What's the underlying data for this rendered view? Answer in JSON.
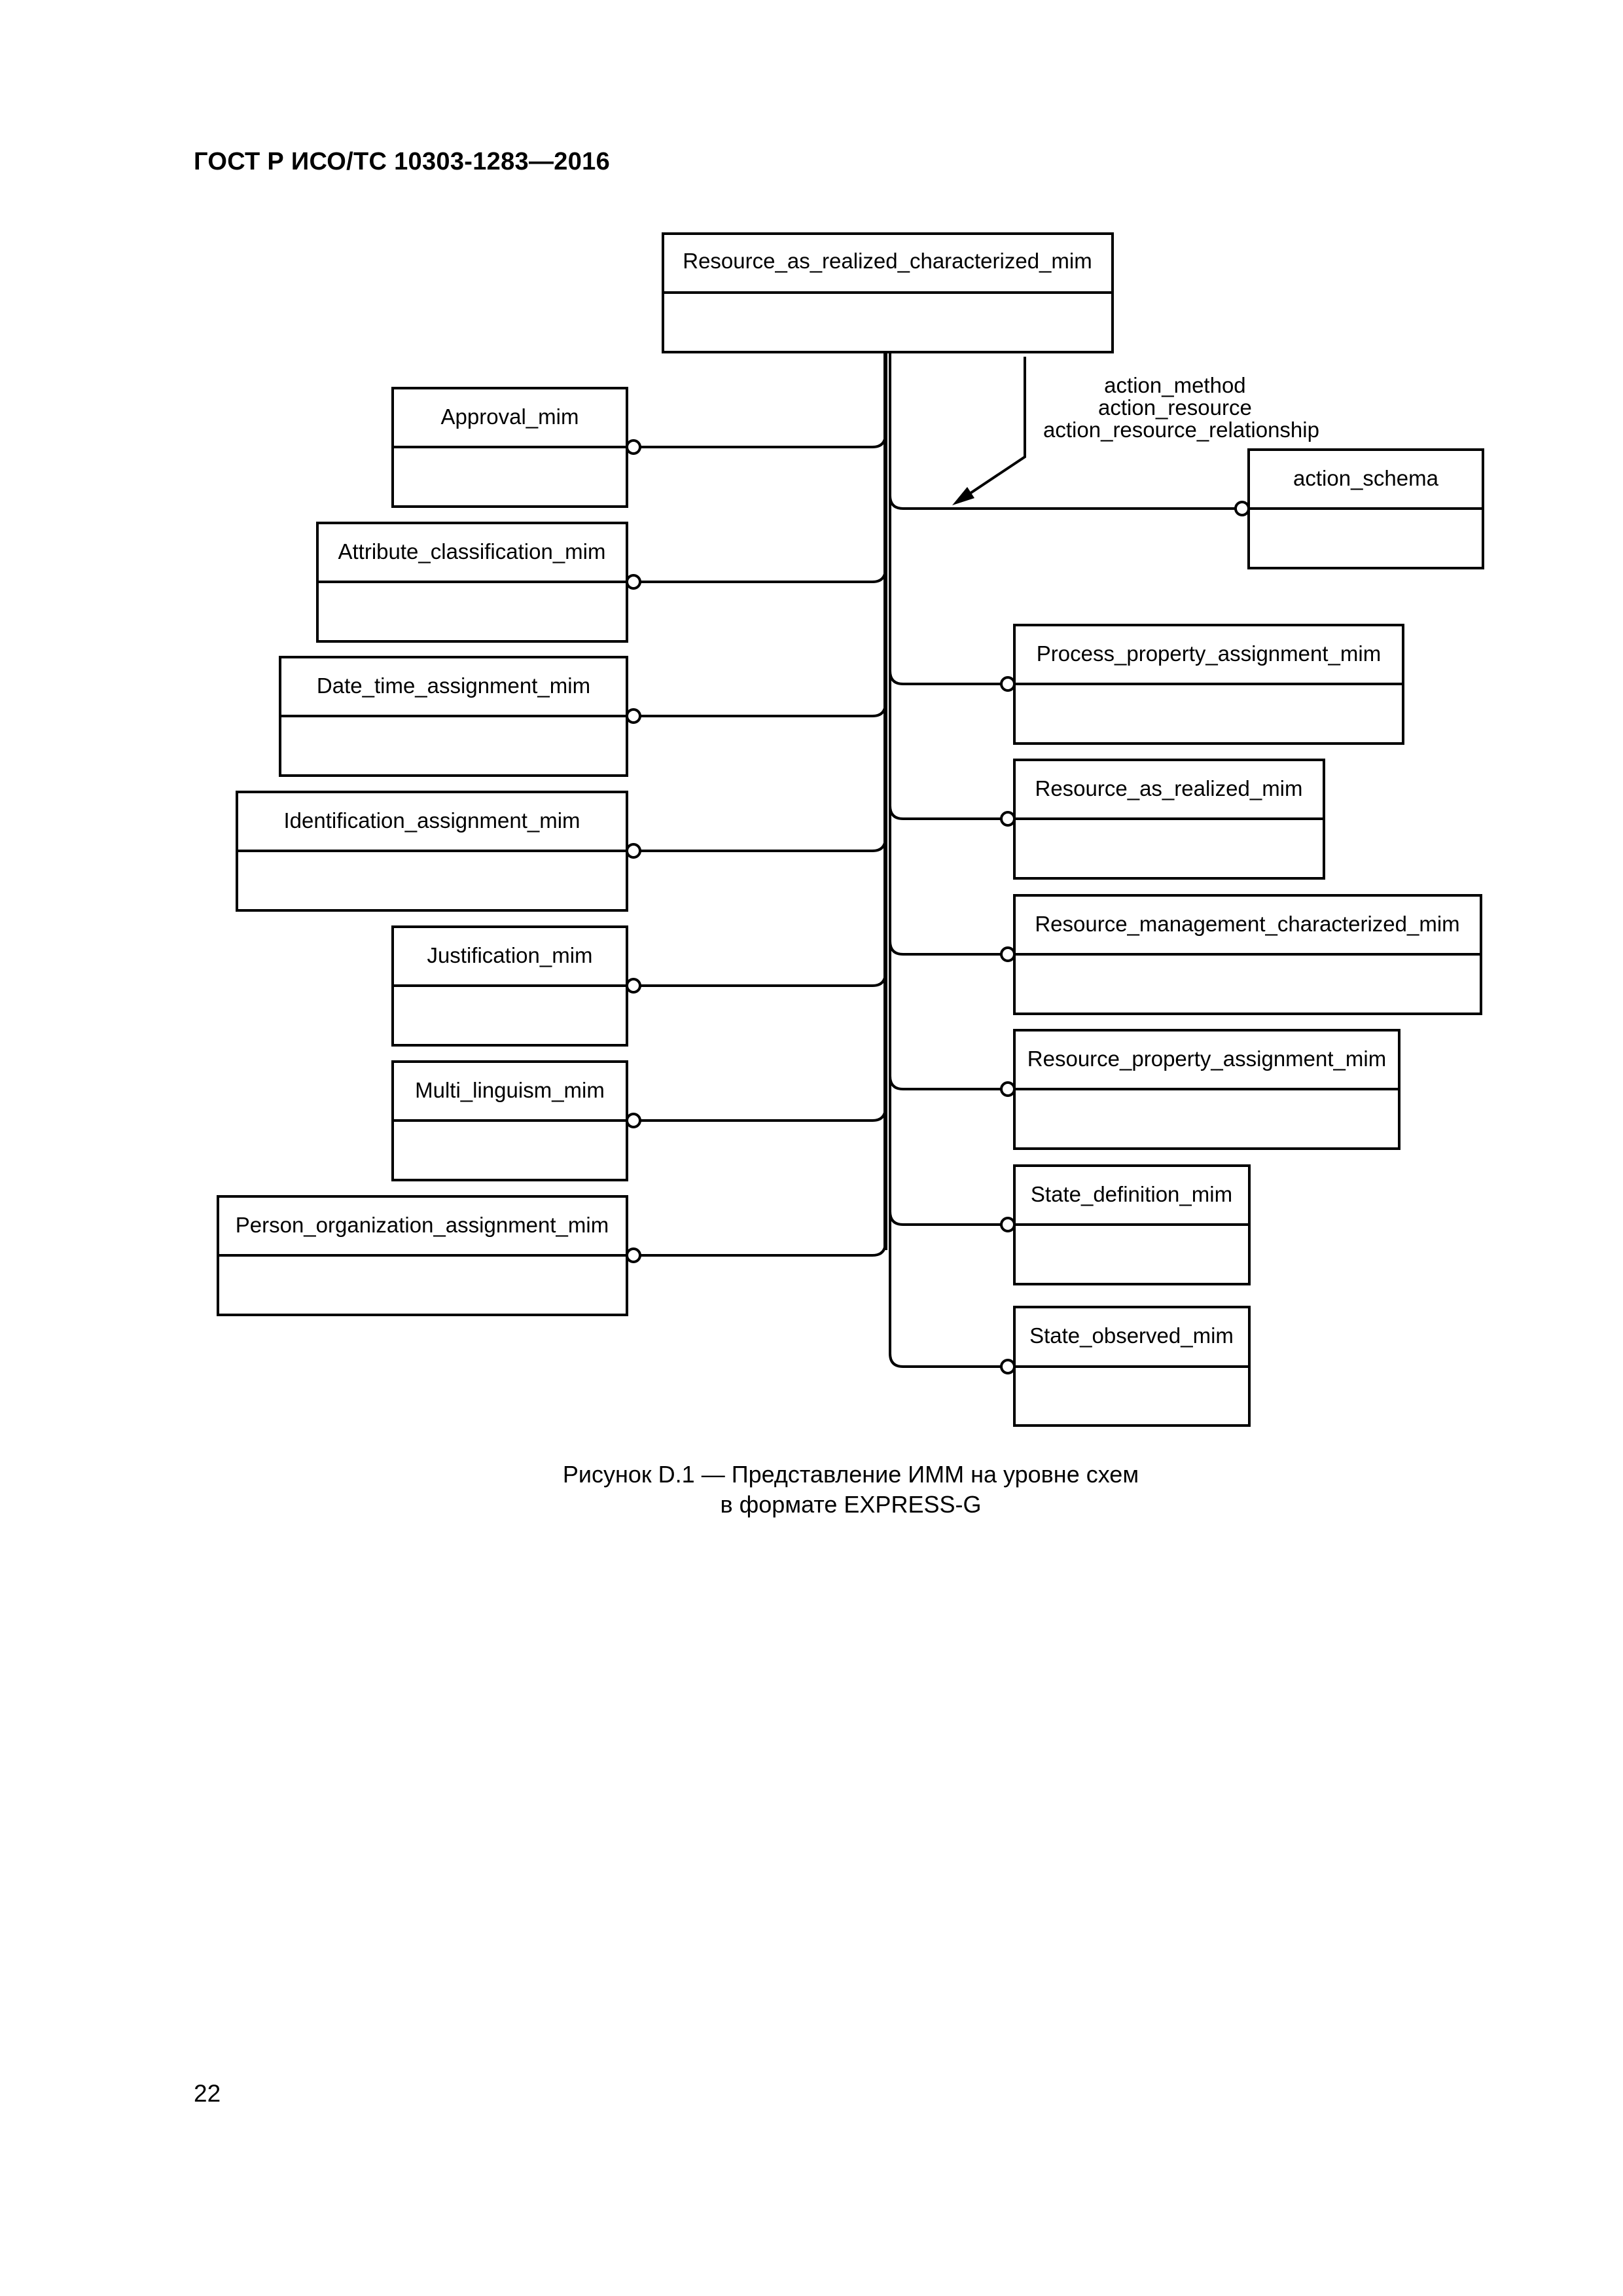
{
  "header": {
    "standard": "ГОСТ Р ИСО/ТС 10303-1283—2016"
  },
  "page_number": "22",
  "caption": {
    "line1": "Рисунок  D.1 — Представление ИММ на уровне схем",
    "line2": "в формате EXPRESS-G"
  },
  "diagram": {
    "root": "Resource_as_realized_characterized_mim",
    "left_schemas": [
      "Approval_mim",
      "Attribute_classification_mim",
      "Date_time_assignment_mim",
      "Identification_assignment_mim",
      "Justification_mim",
      "Multi_linguism_mim",
      "Person_organization_assignment_mim"
    ],
    "right_schemas": [
      "action_schema",
      "Process_property_assignment_mim",
      "Resource_as_realized_mim",
      "Resource_management_characterized_mim",
      "Resource_property_assignment_mim",
      "State_definition_mim",
      "State_observed_mim"
    ],
    "reference_note": [
      "action_method",
      "action_resource",
      "action_resource_relationship"
    ]
  }
}
